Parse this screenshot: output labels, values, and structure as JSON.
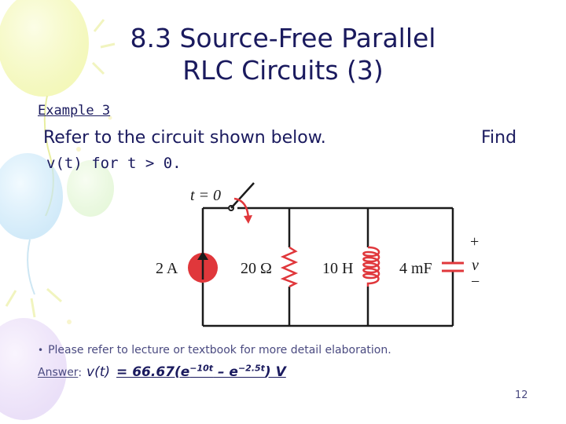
{
  "slide": {
    "title_line1": "8.3 Source-Free Parallel",
    "title_line2": "RLC Circuits (3)",
    "example_heading": "Example 3",
    "problem_line1": "Refer to the circuit shown below.",
    "problem_find": "Find",
    "problem_line2": "v(t) for t > 0.",
    "note_bullet": "•",
    "note": "Please refer to lecture or textbook for more detail elaboration.",
    "answer_label": "Answer",
    "answer_colon": ":",
    "answer_vt": "v(t)",
    "answer_eq_prefix": "= 66.67(e",
    "answer_exp1": "−10t",
    "answer_eq_mid": " – e",
    "answer_exp2": "−2.5t",
    "answer_eq_suffix": ") V",
    "page_number": "12"
  },
  "circuit": {
    "switch_label": "t = 0",
    "source_label": "2 A",
    "resistor_label": "20 Ω",
    "inductor_label": "10 H",
    "capacitor_label": "4 mF",
    "plus_sign": "+",
    "voltage_label": "v",
    "minus_sign": "−",
    "accent_color": "#e0373b",
    "wire_color": "#1b1b1b"
  },
  "background": {
    "balloon_colors": [
      "#f3f6a6",
      "#bfe4f7",
      "#e6d3f6",
      "#d8f3c4"
    ]
  }
}
